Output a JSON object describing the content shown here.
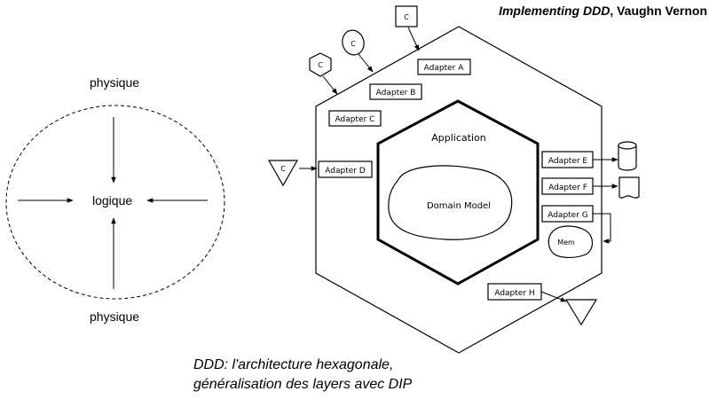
{
  "credit": {
    "title": "Implementing DDD",
    "rest": ", Vaughn Vernon"
  },
  "left": {
    "top_label": "physique",
    "center_label": "logique",
    "bottom_label": "physique"
  },
  "hexagon": {
    "inner_label": "Application",
    "core_label": "Domain Model",
    "adapters": [
      "Adapter A",
      "Adapter B",
      "Adapter C",
      "Adapter D",
      "Adapter E",
      "Adapter F",
      "Adapter G",
      "Adapter H"
    ],
    "client_label": "C",
    "mem_label": "Mem"
  },
  "caption": {
    "line1": "DDD: l'architecture hexagonale,",
    "line2": "généralisation des layers avec DIP"
  }
}
